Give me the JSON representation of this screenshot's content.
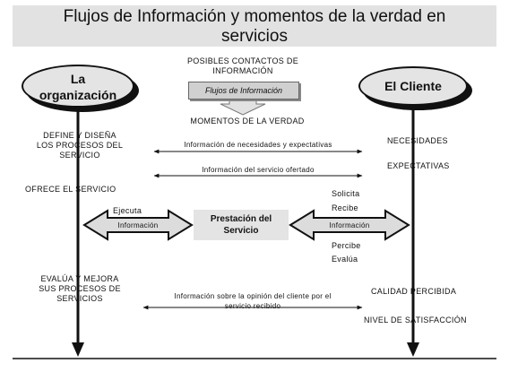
{
  "title": {
    "line1": "Flujos de Información y momentos de la verdad en",
    "line2": "servicios"
  },
  "organization": {
    "line1": "La",
    "line2": "organización"
  },
  "client": {
    "label": "El Cliente"
  },
  "top_center": {
    "posibles_line1": "POSIBLES CONTACTOS DE",
    "posibles_line2": "INFORMACIÓN",
    "flujos_box": "Flujos de Información",
    "momentos": "MOMENTOS DE LA VERDAD"
  },
  "left_labels": {
    "define_line1": "DEFINE Y DISEÑA",
    "define_line2": "LOS PROCESOS DEL",
    "define_line3": "SERVICIO",
    "ofrece": "OFRECE EL SERVICIO",
    "evalua_line1": "EVALÚA Y MEJORA",
    "evalua_line2": "SUS PROCESOS DE",
    "evalua_line3": "SERVICIOS"
  },
  "right_labels": {
    "necesidades": "NECESIDADES",
    "expectativas": "EXPECTATIVAS",
    "solicita": "Solicita",
    "recibe": "Recibe",
    "percibe": "Percibe",
    "evalua": "Evalúa",
    "calidad": "CALIDAD PERCIBIDA",
    "nivel": "NIVEL DE SATISFACCIÓN"
  },
  "arrows": {
    "info_necesidades": "Información de necesidades y expectativas",
    "info_servicio": "Información del servicio ofertado",
    "info_opinion_line1": "Información sobre la opinión del cliente por el",
    "info_opinion_line2": "servicio recibido",
    "left_block": "Información",
    "right_block": "Información",
    "ejecuta": "Ejecuta"
  },
  "center_box": {
    "line1": "Prestación del",
    "line2": "Servicio"
  }
}
